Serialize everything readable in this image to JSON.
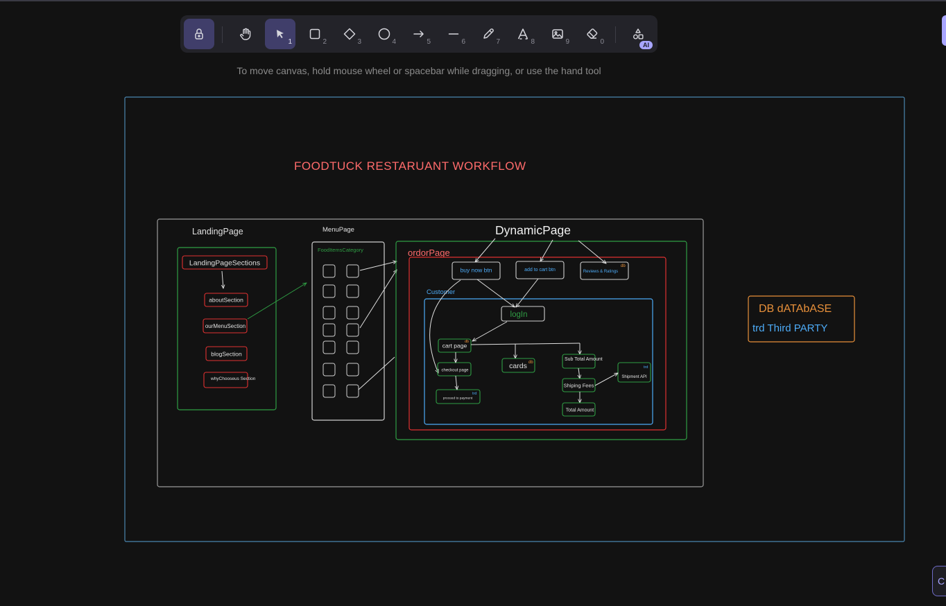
{
  "toolbar": {
    "tools": [
      {
        "name": "lock",
        "key": ""
      },
      {
        "name": "hand",
        "key": ""
      },
      {
        "name": "selection",
        "key": "1"
      },
      {
        "name": "rectangle",
        "key": "2"
      },
      {
        "name": "diamond",
        "key": "3"
      },
      {
        "name": "ellipse",
        "key": "4"
      },
      {
        "name": "arrow",
        "key": "5"
      },
      {
        "name": "line",
        "key": "6"
      },
      {
        "name": "draw",
        "key": "7"
      },
      {
        "name": "text",
        "key": "8"
      },
      {
        "name": "image",
        "key": "9"
      },
      {
        "name": "eraser",
        "key": "0"
      },
      {
        "name": "more-tools",
        "key": ""
      }
    ],
    "ai_badge": "AI"
  },
  "hint": "To move canvas, hold mouse wheel or spacebar while dragging, or use the hand tool",
  "corner_button_label": "C",
  "colors": {
    "background": "#121212",
    "frame": "#4a86b0",
    "title": "#ff6b6b",
    "green": "#2f9e44",
    "red": "#e03131",
    "blue": "#4dabf7",
    "orange": "#e8903a",
    "white": "#e0e0e0"
  },
  "diagram": {
    "title": "FOODTUCK RESTARUANT WORKFLOW",
    "landing": {
      "label": "LandingPage",
      "sections_label": "LandingPageSections",
      "items": [
        "aboutSection",
        "ourMenuSection",
        "blogSection",
        "whyChooseus Section"
      ]
    },
    "menu": {
      "label": "MenuPage",
      "category": "FoodItemsCategory"
    },
    "dynamic": {
      "label": "DynamicPage",
      "order_label": "ordorPage",
      "buy_now": "buy now btn",
      "add_to_cart": "add to cart btn",
      "reviews": "Reviews & Ratings",
      "customer": "Customer",
      "login": "logIn",
      "cart": "cart page",
      "checkout": "checkout page",
      "proceed": "proceed to payment",
      "cards": "cards",
      "subtotal": "Sub Total Amount",
      "shipping": "Shiping Fees",
      "total": "Total Amount",
      "shipment_api": "Shipment API",
      "tag_db": "db",
      "tag_trd": "trd"
    },
    "legend": {
      "db": "DB dATAbASE",
      "trd": "trd Third PARTY"
    }
  }
}
